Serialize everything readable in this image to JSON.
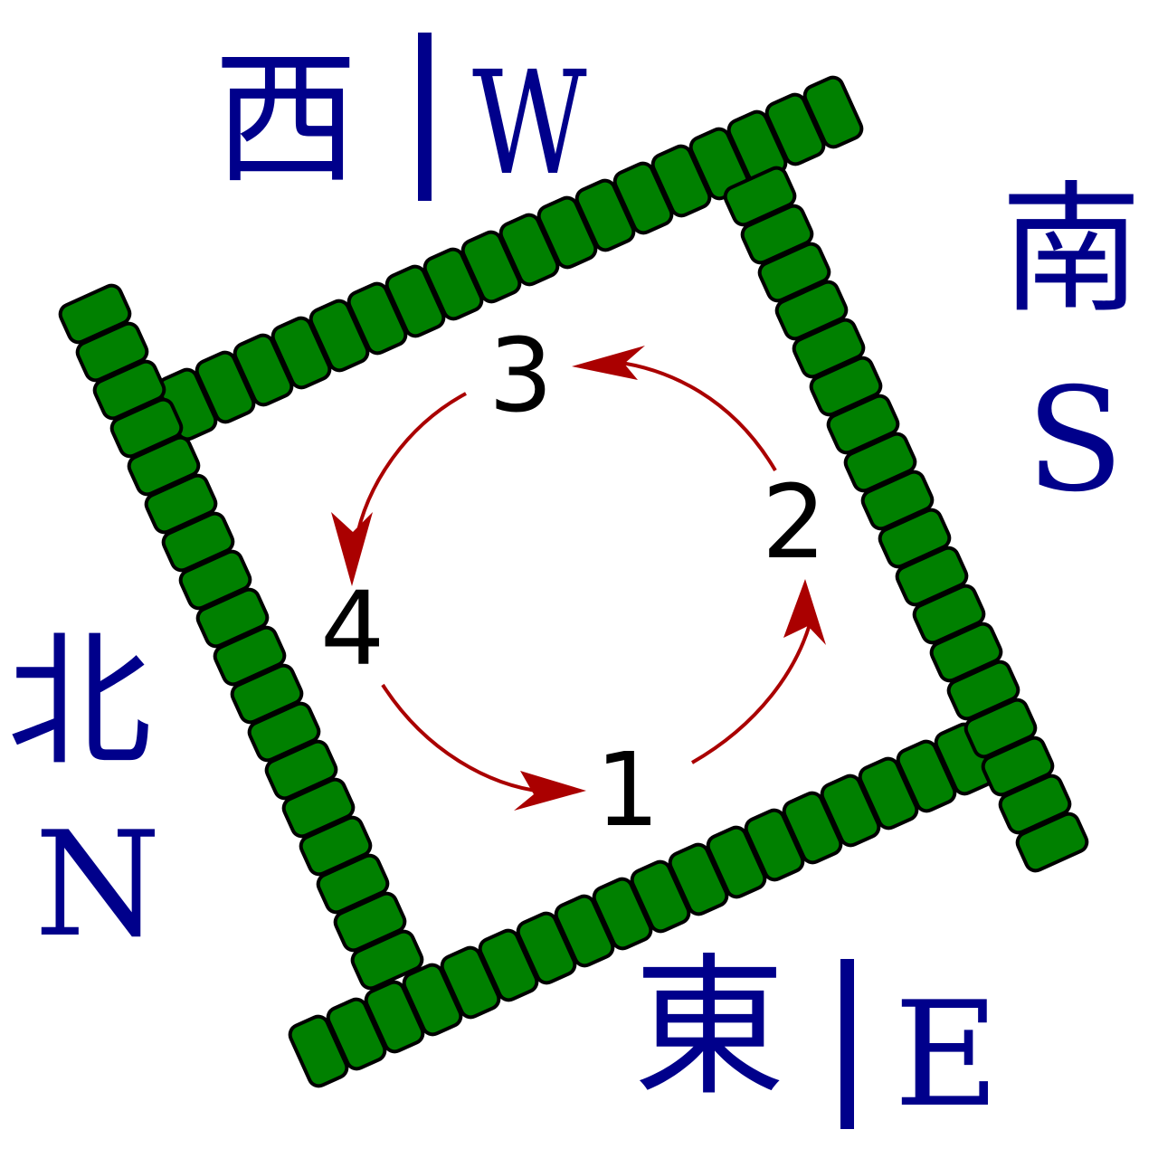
{
  "diagram": {
    "title": "Mahjong wall dealing order with compass winds",
    "tile_fill": "#008000",
    "tile_stroke": "#000000",
    "label_color": "#00008b",
    "arrow_color": "#aa0000",
    "tiles_per_wall": 18
  },
  "walls": [
    {
      "id": "west-wall",
      "start": [
        207,
        447
      ],
      "step": [
        42,
        -19
      ]
    },
    {
      "id": "east-wall",
      "start": [
        352,
        1162
      ],
      "step": [
        42,
        -19
      ]
    },
    {
      "id": "north-wall",
      "start": [
        105,
        347
      ],
      "step": [
        19,
        42
      ]
    },
    {
      "id": "south-wall",
      "start": [
        840,
        217
      ],
      "step": [
        19,
        42
      ]
    }
  ],
  "compass": {
    "west": {
      "cjk": "西",
      "latin": "W"
    },
    "south": {
      "cjk": "南",
      "latin": "S"
    },
    "north": {
      "cjk": "北",
      "latin": "N"
    },
    "east": {
      "cjk": "東",
      "latin": "E"
    }
  },
  "order": {
    "one": "1",
    "two": "2",
    "three": "3",
    "four": "4"
  }
}
